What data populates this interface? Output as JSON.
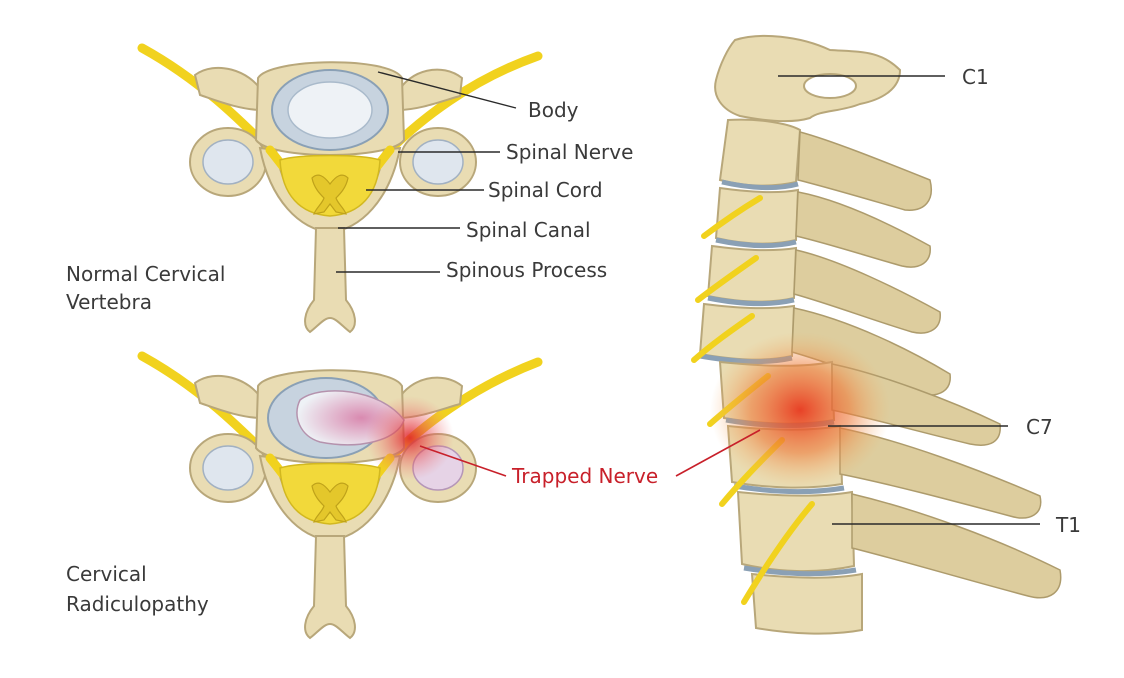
{
  "labels": {
    "body": "Body",
    "spinal_nerve": "Spinal Nerve",
    "spinal_cord": "Spinal Cord",
    "spinal_canal": "Spinal Canal",
    "spinous_process": "Spinous Process",
    "trapped_nerve": "Trapped Nerve",
    "c1": "C1",
    "c7": "C7",
    "t1": "T1"
  },
  "captions": {
    "normal_line1": "Normal Cervical",
    "normal_line2": "Vertebra",
    "radic_line1": "Cervical",
    "radic_line2": "Radiculopathy"
  },
  "colors": {
    "label_text": "#3a3a3a",
    "highlight_red": "#c8202a",
    "bone": "#e9dcb3",
    "nerve": "#f1d21e",
    "disc": "#c7d3df"
  }
}
